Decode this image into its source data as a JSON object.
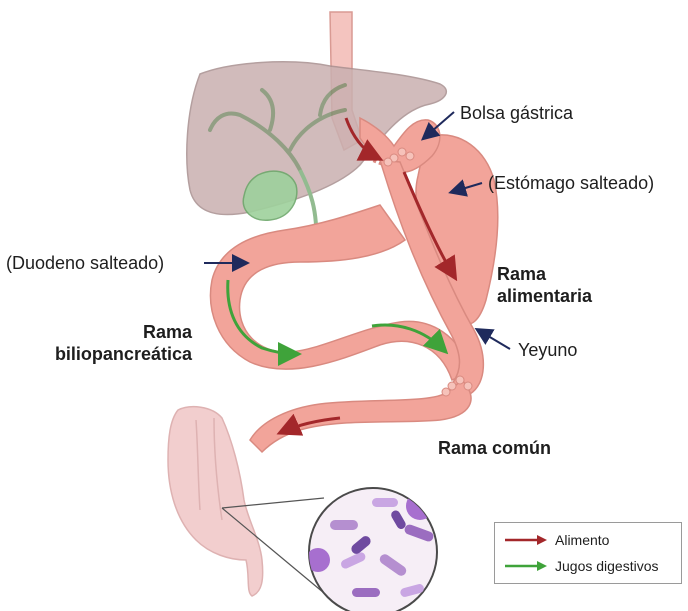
{
  "labels": {
    "bolsa_gastrica": "Bolsa gástrica",
    "estomago_salteado": "(Estómago salteado)",
    "duodeno_salteado": "(Duodeno salteado)",
    "rama_alimentaria": "Rama\nalimentaria",
    "rama_alimentaria_l1": "Rama",
    "rama_alimentaria_l2": "alimentaria",
    "rama_biliopancreatica_l1": "Rama",
    "rama_biliopancreatica_l2": "biliopancreática",
    "yeyuno": "Yeyuno",
    "rama_comun": "Rama común"
  },
  "legend": {
    "items": [
      {
        "label": "Alimento",
        "color": "#a3272a"
      },
      {
        "label": "Jugos digestivos",
        "color": "#3fa33a"
      }
    ]
  },
  "colors": {
    "liver": "#c9b0b0",
    "gallbladder": "#9ed19c",
    "intestine": "#f2a49a",
    "intestine_dark": "#e08c83",
    "colon": "#f0c6c6",
    "pointer": "#1f2a5c"
  }
}
